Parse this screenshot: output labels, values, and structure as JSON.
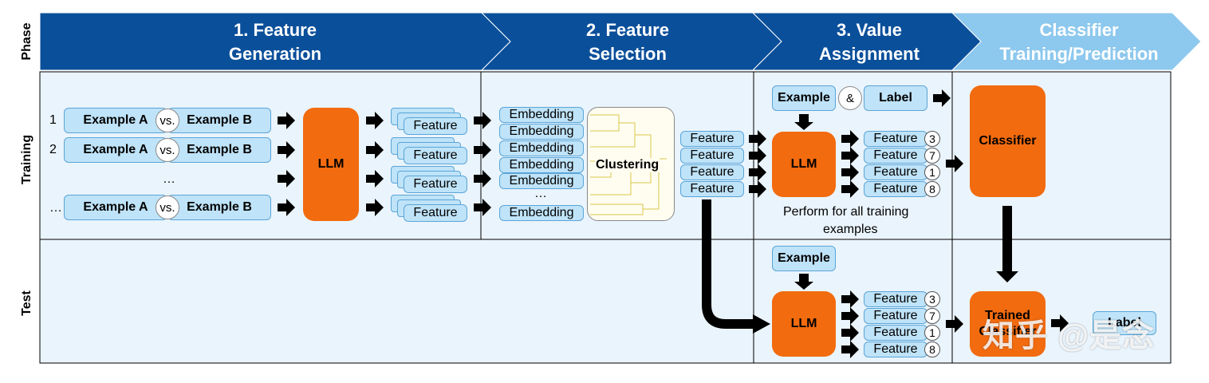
{
  "rows": {
    "phase": "Phase",
    "training": "Training",
    "test": "Test"
  },
  "phases": [
    {
      "line1": "1. Feature",
      "line2": "Generation"
    },
    {
      "line1": "2. Feature",
      "line2": "Selection"
    },
    {
      "line1": "3. Value",
      "line2": "Assignment"
    },
    {
      "line1": "Classifier",
      "line2": "Training/Prediction"
    }
  ],
  "gen": {
    "row_nums": [
      "1",
      "2",
      "…",
      "…"
    ],
    "example_a": "Example A",
    "vs": "vs.",
    "example_b": "Example B",
    "llm": "LLM",
    "feature": "Feature"
  },
  "selection": {
    "embedding": "Embedding",
    "ellipsis": "…",
    "clustering": "Clustering",
    "feature": "Feature"
  },
  "value": {
    "example": "Example",
    "amp": "&",
    "label": "Label",
    "llm": "LLM",
    "feature": "Feature",
    "feature_nums": [
      "3",
      "7",
      "1",
      "8"
    ],
    "note_line1": "Perform for all training",
    "note_line2": "examples"
  },
  "classifier": {
    "classifier": "Classifier",
    "trained_line1": "Trained",
    "trained_line2": "Classifier",
    "label": "Label"
  },
  "watermark": "知乎 @是念",
  "colors": {
    "phase_dark": "#0a4f9a",
    "phase_light": "#8dc8ee",
    "box_fill": "#bfe3f8",
    "box_border": "#5aa5d8",
    "orange": "#f26b0f"
  }
}
